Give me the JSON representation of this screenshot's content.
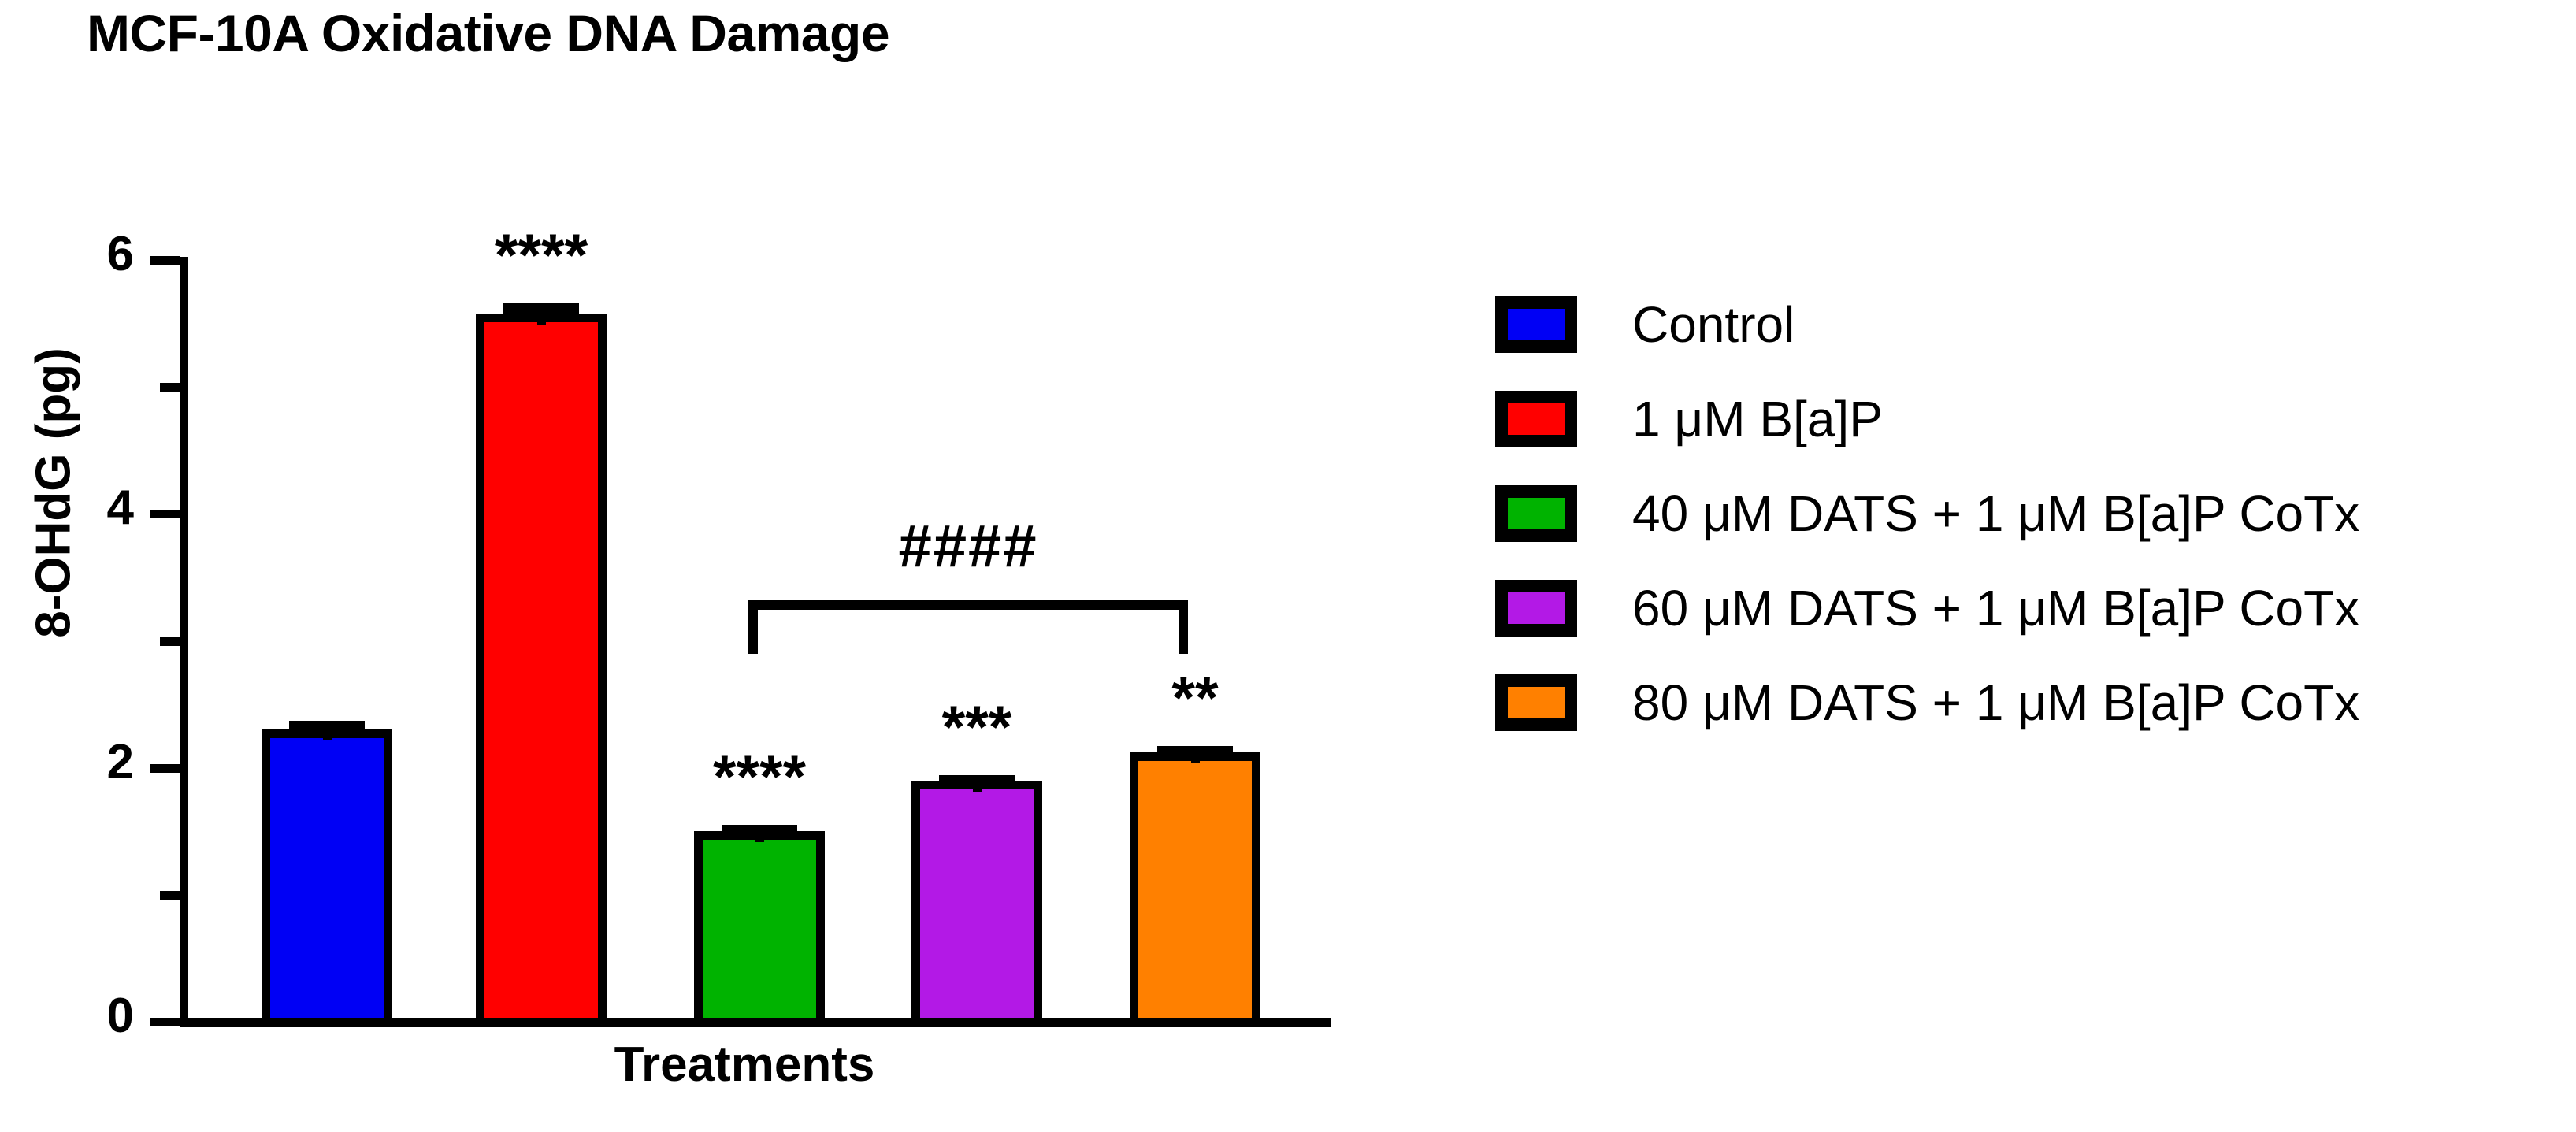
{
  "chart_data": {
    "type": "bar",
    "title": "MCF-10A Oxidative DNA Damage",
    "xlabel": "Treatments",
    "ylabel": "8-OHdG (pg)",
    "ylim": [
      0,
      6
    ],
    "yticks": [
      0,
      2,
      4,
      6
    ],
    "ytick_labels": [
      "0",
      "2",
      "4",
      "6"
    ],
    "yminor_ticks": [
      1,
      3,
      5
    ],
    "grid": false,
    "legend_position": "right",
    "categories": [
      "Control",
      "1 μM B[a]P",
      "40 μM DATS + 1 μM B[a]P CoTx",
      "60 μM DATS + 1 μM B[a]P CoTx",
      "80 μM DATS + 1 μM B[a]P CoTx"
    ],
    "values": [
      2.3,
      5.58,
      1.5,
      1.9,
      2.12
    ],
    "errors": [
      0.07,
      0.08,
      0.05,
      0.04,
      0.05
    ],
    "colors": [
      "#0000F5",
      "#FF0000",
      "#00B300",
      "#B319E6",
      "#FF8000"
    ],
    "bar_edge_color": "#000000",
    "annotations": [
      {
        "category": "1 μM B[a]P",
        "text": "****"
      },
      {
        "category": "40 μM DATS + 1 μM B[a]P CoTx",
        "text": "****"
      },
      {
        "category": "60 μM DATS + 1 μM B[a]P CoTx",
        "text": "***"
      },
      {
        "category": "80 μM DATS + 1 μM B[a]P CoTx",
        "text": "**"
      }
    ],
    "comparison_bracket": {
      "label": "####",
      "from": "40 μM DATS + 1 μM B[a]P CoTx",
      "to": "80 μM DATS + 1 μM B[a]P CoTx"
    }
  },
  "axes": {
    "y_title": "8-OHdG (pg)",
    "x_title": "Treatments",
    "ytick_0": "0",
    "ytick_2": "2",
    "ytick_4": "4",
    "ytick_6": "6"
  },
  "title": {
    "text": "MCF-10A Oxidative DNA Damage"
  },
  "legend": {
    "items": [
      {
        "label": "Control",
        "color": "#0000F5"
      },
      {
        "label": "1 μM B[a]P",
        "color": "#FF0000"
      },
      {
        "label": "40 μM DATS + 1 μM B[a]P CoTx",
        "color": "#00B300"
      },
      {
        "label": "60 μM DATS + 1 μM B[a]P CoTx",
        "color": "#B319E6"
      },
      {
        "label": "80 μM DATS + 1 μM B[a]P CoTx",
        "color": "#FF8000"
      }
    ]
  },
  "significance": {
    "bar2": "****",
    "bar3": "****",
    "bar4": "***",
    "bar5": "**",
    "bracket": "####"
  }
}
